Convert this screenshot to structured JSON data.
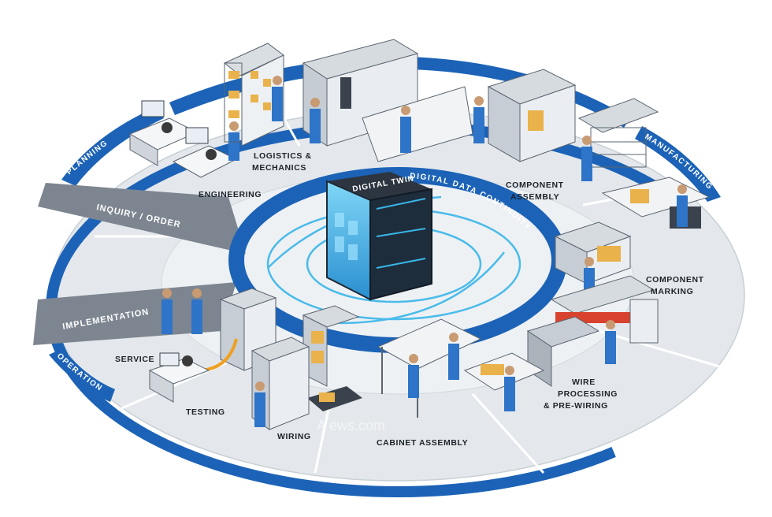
{
  "ring": {
    "inner_band_label": "DIGITAL DATA CONTINUITY",
    "center_title": "DIGITAL TWIN"
  },
  "phases": {
    "planning": "PLANNING",
    "manufacturing": "MANUFACTURING",
    "operation": "OPERATION",
    "inquiry_order": "INQUIRY / ORDER",
    "implementation": "IMPLEMENTATION"
  },
  "stations": {
    "engineering": "ENGINEERING",
    "logistics_1": "LOGISTICS &",
    "logistics_2": "MECHANICS",
    "component_assembly_1": "COMPONENT",
    "component_assembly_2": "ASSEMBLY",
    "component_marking_1": "COMPONENT",
    "component_marking_2": "MARKING",
    "wire_1": "WIRE",
    "wire_2": "PROCESSING",
    "wire_3": "& PRE-WIRING",
    "cabinet_assembly": "CABINET ASSEMBLY",
    "wiring": "WIRING",
    "testing": "TESTING",
    "service": "SERVICE"
  },
  "watermark": "A      ews.com",
  "colors": {
    "brand_blue": "#1c63b7",
    "platform_grey": "#dde2e8",
    "grey_band": "#7d8690",
    "twin_glow": "#39b6ea",
    "worker_blue": "#2e74c8"
  }
}
